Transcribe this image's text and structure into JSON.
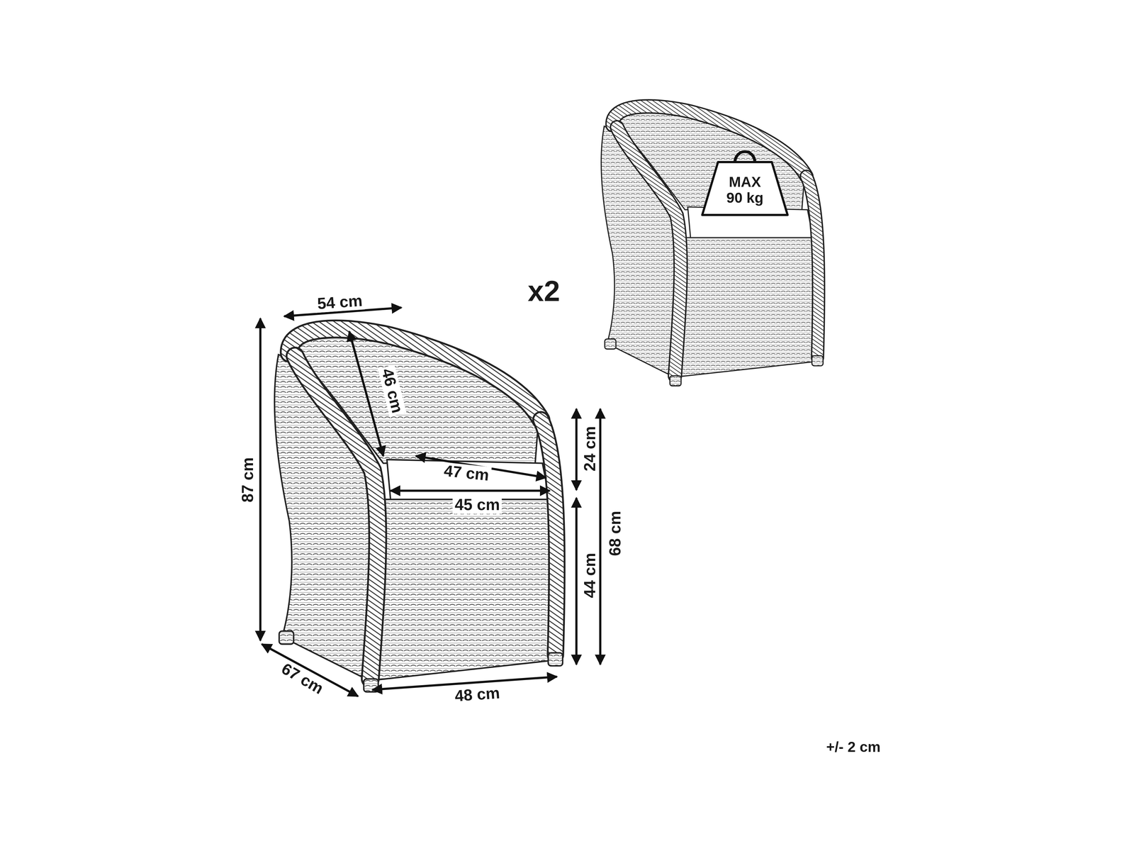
{
  "diagram": {
    "nodes": [
      {
        "text": [
          "MAX 90 kg"
        ]
      }
    ],
    "labels": [
      "54 cm",
      "87 cm",
      "46 cm",
      "47 cm",
      "45 cm",
      "24 cm",
      "44 cm",
      "68 cm",
      "67 cm",
      "48 cm",
      "x2",
      "+/- 2 cm"
    ]
  }
}
